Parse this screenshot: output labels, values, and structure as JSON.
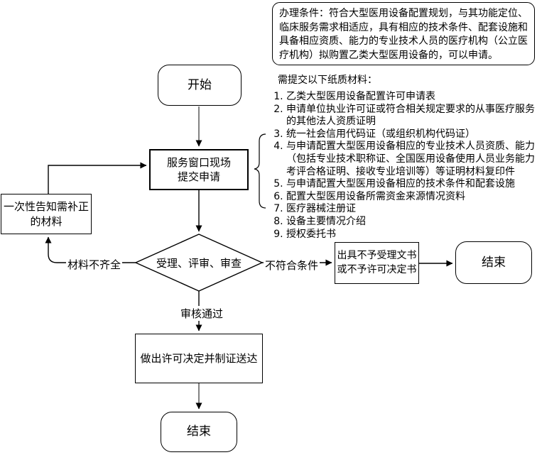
{
  "colors": {
    "background": "#ffffff",
    "line": "#000000",
    "gray_line": "#595959",
    "border": "#000000",
    "text": "#000000"
  },
  "info_box": {
    "text": "办理条件：符合大型医用设备配置规划，与其功能定位、临床服务需求相适应，具有相应的技术条件、配套设施和具备相应资质、能力的专业技术人员的医疗机构（公立医疗机构）拟购置乙类大型医用设备的，可以申请。"
  },
  "materials": {
    "heading": "需提交以下纸质材料：",
    "items": [
      "乙类大型医用设备配置许可申请表",
      "申请单位执业许可证或符合相关规定要求的从事医疗服务的其他法人资质证明",
      "统一社会信用代码证（或组织机构代码证）",
      "与申请配置大型医用设备相应的专业技术人员资质、能力（包括专业技术职称证、全国医用设备使用人员业务能力考评合格证明、接收专业培训等）等证明材料复印件",
      "与申请配置大型医用设备相应的技术条件和配套设施",
      "配置大型医用设备所需资金来源情况资料",
      "医疗器械注册证",
      "设备主要情况介绍",
      "授权委托书"
    ]
  },
  "flow": {
    "start_label": "开始",
    "submit_lines": [
      "服务窗口现场",
      "提交申请"
    ],
    "decision_label": "受理、评审、审查",
    "notify_lines": [
      "一次性告知需补正",
      "的材料"
    ],
    "reject_lines": [
      "出具不予受理文书",
      "或不予许可决定书"
    ],
    "license_label": "做出许可决定并制证送达",
    "end_right_label": "结束",
    "end_bottom_label": "结束",
    "edge_labels": {
      "incomplete": "材料不齐全",
      "rejected": "不符合条件",
      "approved": "审核通过"
    }
  }
}
